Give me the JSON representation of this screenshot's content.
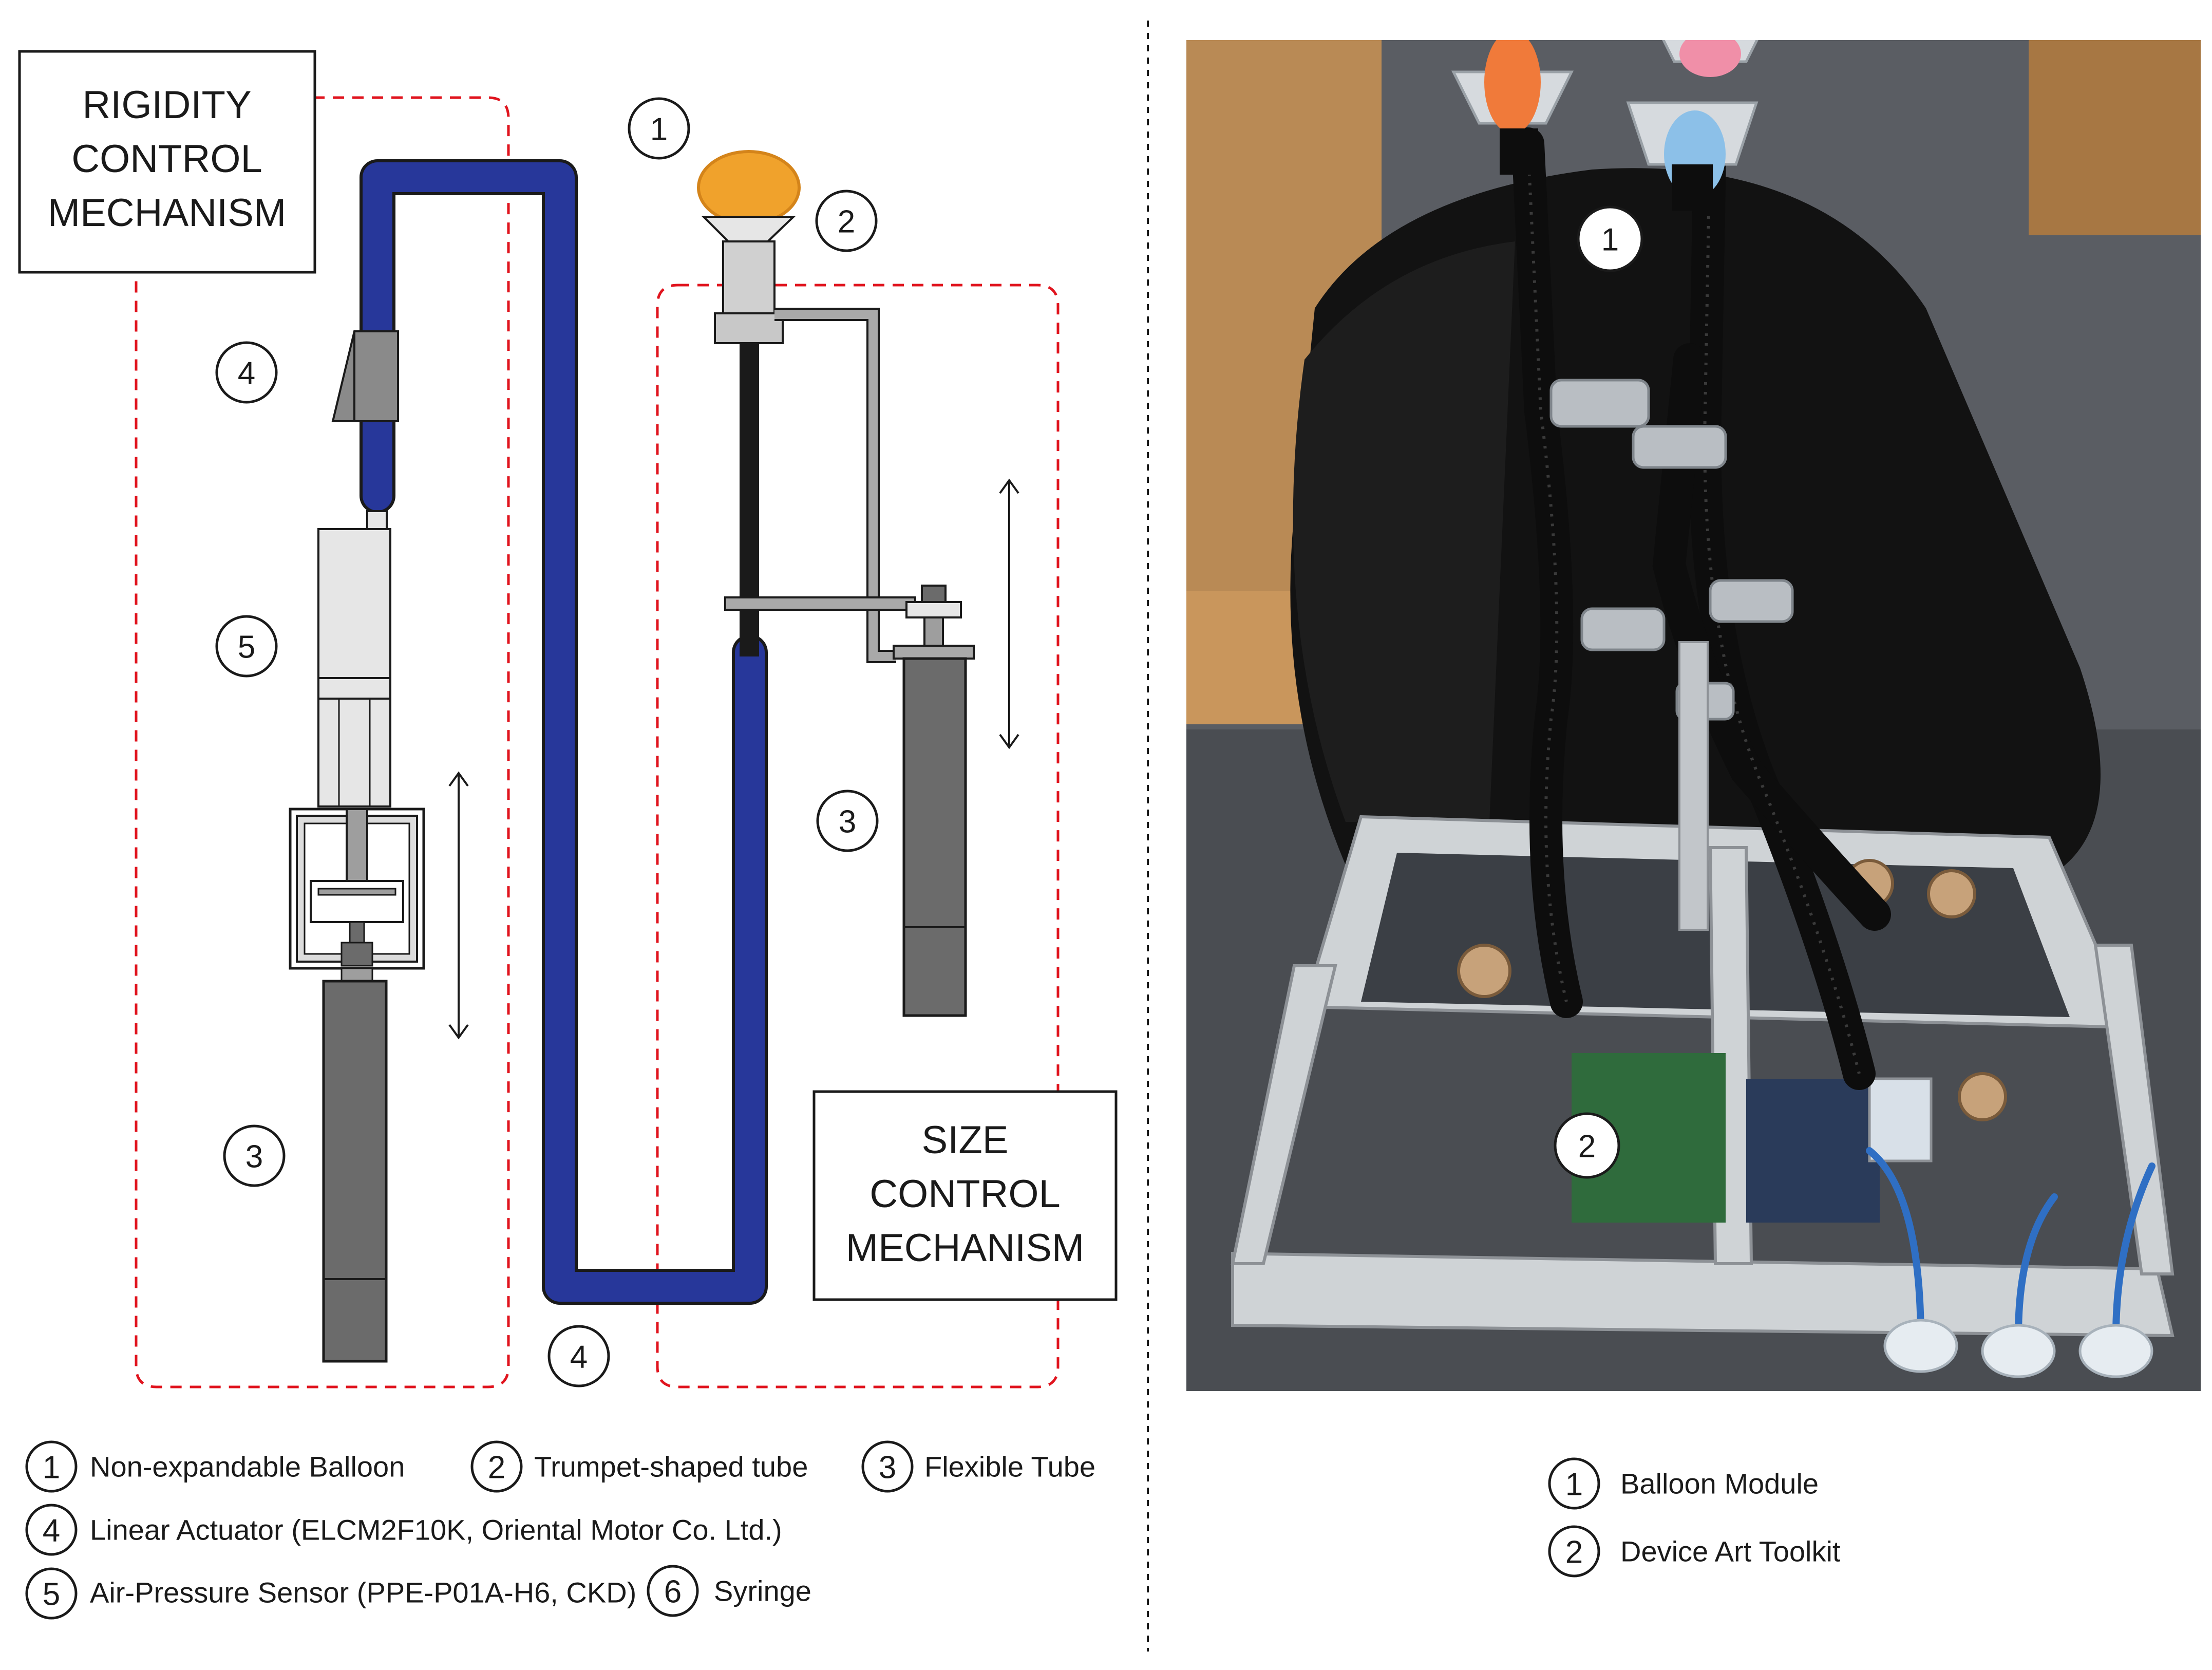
{
  "diagram": {
    "rigidity_title": [
      "RIGIDITY",
      "CONTROL",
      "MECHANISM"
    ],
    "size_title": [
      "SIZE",
      "CONTROL",
      "MECHANISM"
    ],
    "callouts": {
      "balloon": "1",
      "trumpet": "2",
      "flex_right": "3",
      "actuator_left": "4",
      "sensor": "5",
      "flex_left": "3",
      "tube_bottom": "4"
    }
  },
  "legend_left": [
    {
      "num": "1",
      "label": "Non-expandable Balloon"
    },
    {
      "num": "2",
      "label": "Trumpet-shaped tube"
    },
    {
      "num": "3",
      "label": "Flexible Tube"
    },
    {
      "num": "4",
      "label": "Linear Actuator (ELCM2F10K, Oriental Motor Co. Ltd.)"
    },
    {
      "num": "5",
      "label": "Air-Pressure Sensor (PPE-P01A-H6, CKD)"
    },
    {
      "num": "6",
      "label": "Syringe"
    }
  ],
  "photo": {
    "labels": [
      "1",
      "2"
    ]
  },
  "legend_right": [
    {
      "num": "1",
      "label": "Balloon Module"
    },
    {
      "num": "2",
      "label": "Device Art Toolkit"
    }
  ],
  "colors": {
    "tube_blue": "#27379a",
    "balloon_orange": "#f0a22c",
    "dash_red": "#e0141e",
    "dark_grey": "#6b6b6b",
    "mid_grey": "#9e9e9e",
    "light_grey": "#e6e6e6"
  }
}
